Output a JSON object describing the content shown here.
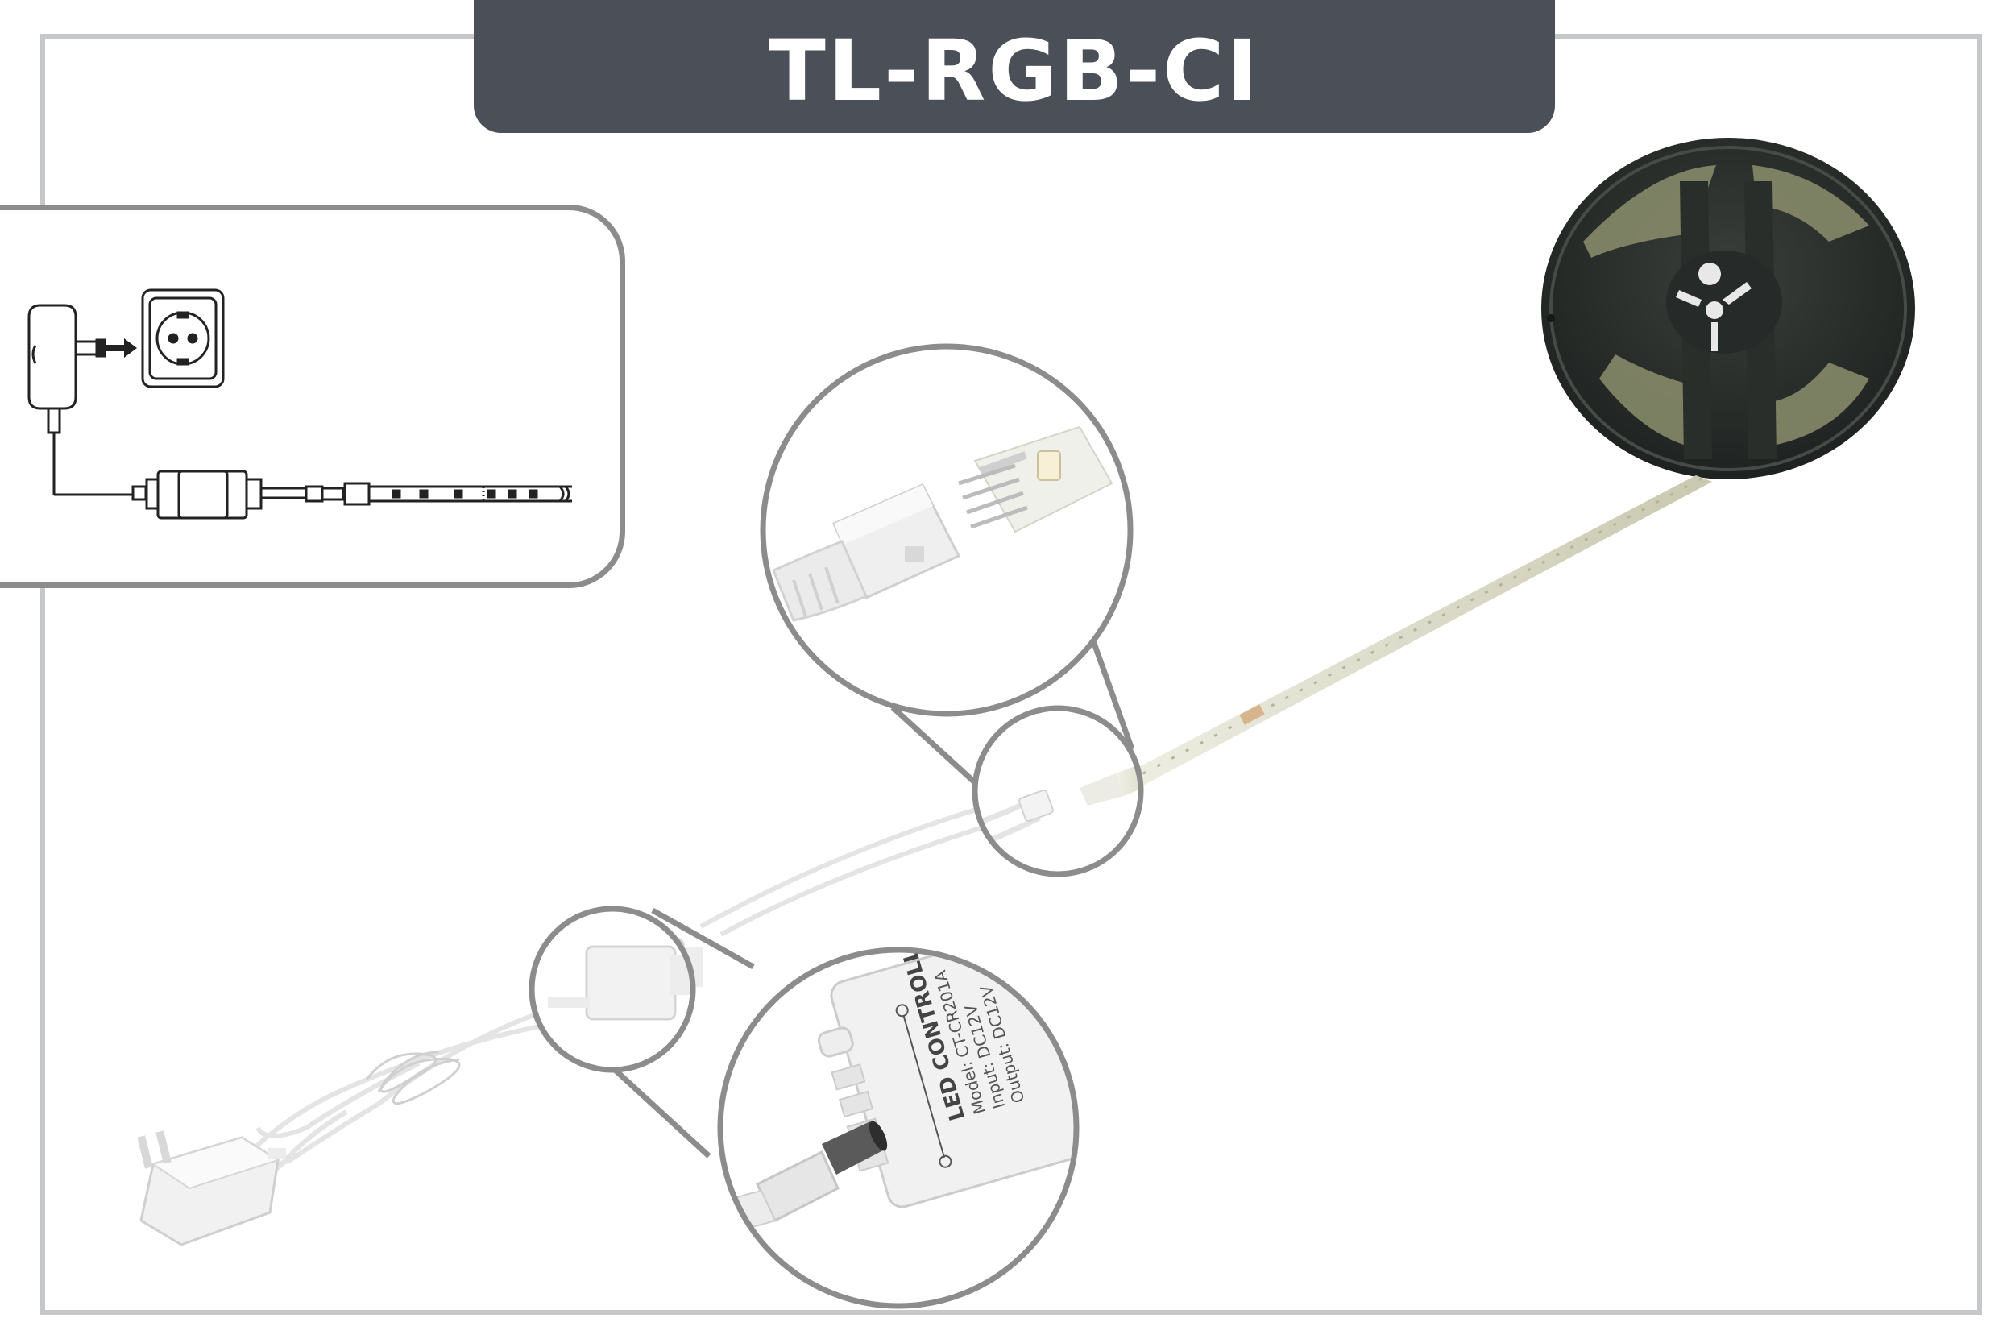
{
  "title": "TL-RGB-CI",
  "controller": {
    "label": "LED CONTROLLER",
    "model": "Model: CT-CR201A",
    "input": "Input: DC12V",
    "output": "Output: DC12V"
  },
  "colors": {
    "title_tab": "#4b4f57",
    "frame_border": "#c6c7c9",
    "callout_border": "#8c8c8c",
    "reel": "#2d322f",
    "strip": "#dfe0cf"
  },
  "icons": [
    "power-adapter-icon",
    "wall-socket-icon",
    "arrow-right-icon",
    "led-controller-icon",
    "led-strip-icon",
    "connector-icon"
  ]
}
